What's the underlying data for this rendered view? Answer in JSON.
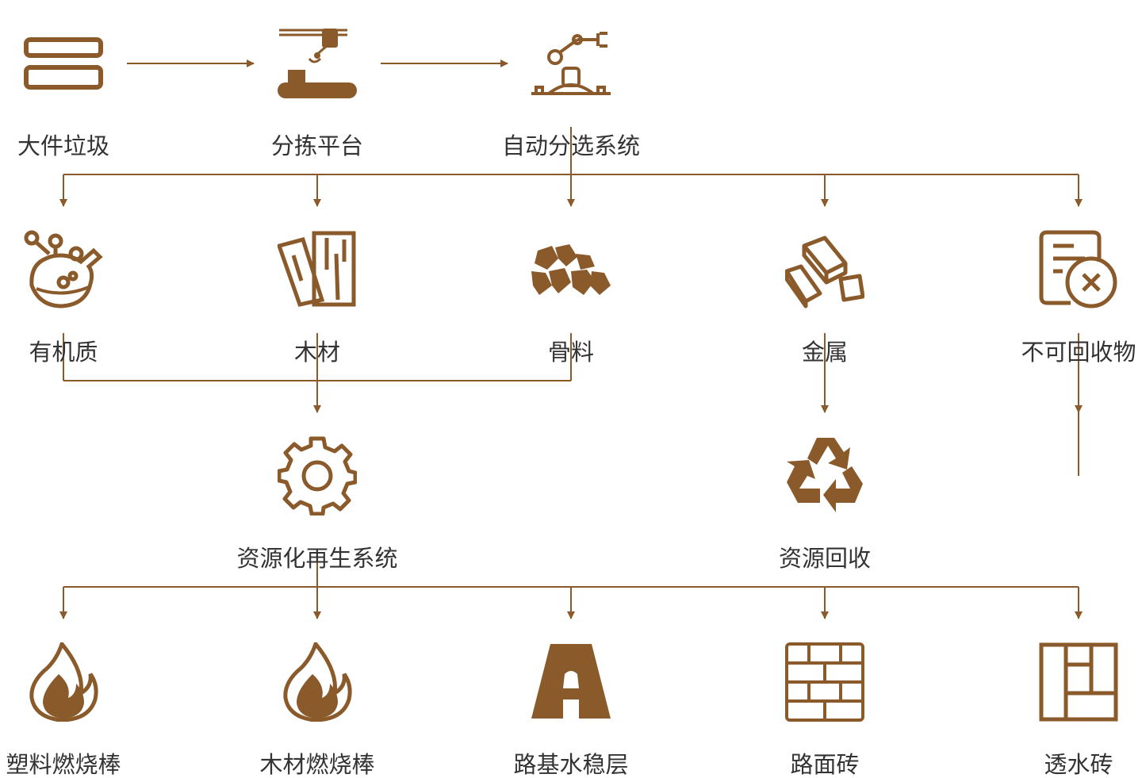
{
  "accent_color": "#8b5a2b",
  "text_color": "#333333",
  "nodes": {
    "large_waste": {
      "label": "大件垃圾",
      "icon": "stacked-bars-icon"
    },
    "sorting_platform": {
      "label": "分拣平台",
      "icon": "sorting-machine-icon"
    },
    "auto_sorting": {
      "label": "自动分选系统",
      "icon": "robot-arm-icon"
    },
    "organic": {
      "label": "有机质",
      "icon": "organic-flask-icon"
    },
    "wood": {
      "label": "木材",
      "icon": "wood-planks-icon"
    },
    "aggregate": {
      "label": "骨料",
      "icon": "stones-icon"
    },
    "metal": {
      "label": "金属",
      "icon": "metal-ingots-icon"
    },
    "non_recyclable": {
      "label": "不可回收物",
      "icon": "document-x-icon"
    },
    "regeneration": {
      "label": "资源化再生系统",
      "icon": "gear-icon"
    },
    "recycling": {
      "label": "资源回收",
      "icon": "recycle-icon"
    },
    "plastic_rods": {
      "label": "塑料燃烧棒",
      "icon": "flame-icon"
    },
    "wood_rods": {
      "label": "木材燃烧棒",
      "icon": "flame-icon"
    },
    "road_base": {
      "label": "路基水稳层",
      "icon": "road-icon"
    },
    "pavement_brick": {
      "label": "路面砖",
      "icon": "brick-wall-icon"
    },
    "permeable_brick": {
      "label": "透水砖",
      "icon": "permeable-tile-icon"
    }
  }
}
